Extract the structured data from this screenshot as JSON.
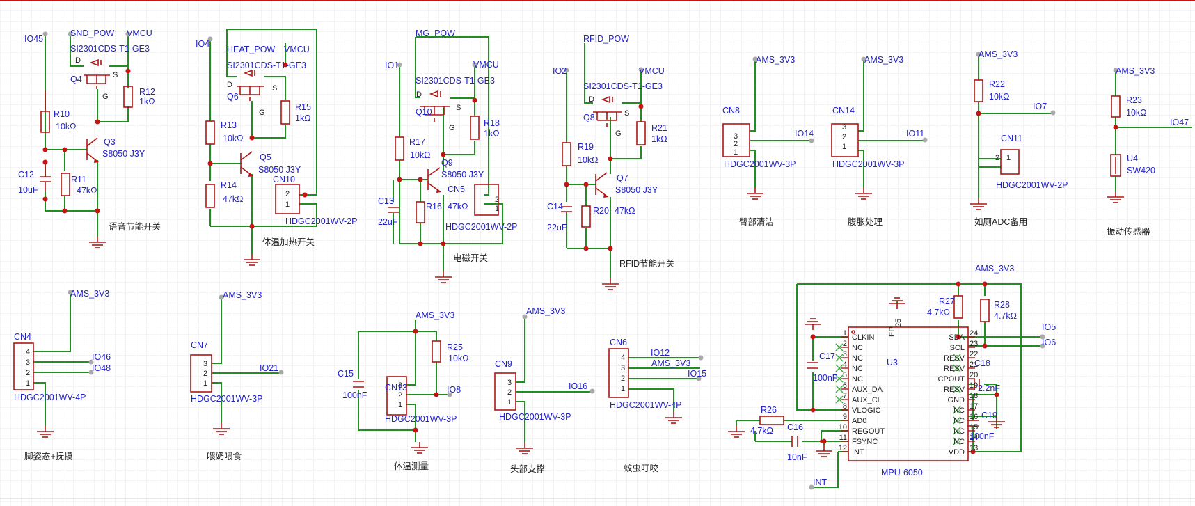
{
  "sheet": {
    "palette": {
      "wire": "#1f8f1f",
      "part": "#b01515",
      "label": "#2323c8",
      "grid": "#e8e8e8",
      "junction": "#c41414"
    }
  },
  "block_voice": {
    "net_in": "IO45",
    "net_pow": "SND_POW",
    "net_vmcu": "VMCU",
    "mos_part": "SI2301CDS-T1-GE3",
    "mos_ref": "Q4",
    "mos_d": "D",
    "mos_s": "S",
    "mos_g": "G",
    "r_top_ref": "R10",
    "r_top_val": "10kΩ",
    "r_bot_ref": "R11",
    "r_bot_val": "47kΩ",
    "r_gate_ref": "R12",
    "r_gate_val": "1kΩ",
    "q_ref": "Q3",
    "q_part": "S8050 J3Y",
    "cap_ref": "C12",
    "cap_val": "10uF",
    "caption": "语音节能开关"
  },
  "block_heat": {
    "net_in": "IO4",
    "net_pow": "HEAT_POW",
    "net_vmcu": "VMCU",
    "mos_part": "SI2301CDS-T1-GE3",
    "mos_ref": "Q6",
    "mos_d": "D",
    "mos_s": "S",
    "mos_g": "G",
    "r1_ref": "R13",
    "r1_val": "10kΩ",
    "r2_ref": "R14",
    "r2_val": "47kΩ",
    "r3_ref": "R15",
    "r3_val": "1kΩ",
    "q_ref": "Q5",
    "q_part": "S8050 J3Y",
    "conn_ref": "CN10",
    "conn_part": "HDGC2001WV-2P",
    "pin2": "2",
    "pin1": "1",
    "caption": "体温加热开关"
  },
  "block_mg": {
    "net_in": "IO1",
    "net_pow": "MG_POW",
    "net_vmcu": "VMCU",
    "mos_part": "SI2301CDS-T1-GE3",
    "mos_ref": "Q10",
    "mos_d": "D",
    "mos_s": "S",
    "mos_g": "G",
    "r1_ref": "R17",
    "r1_val": "10kΩ",
    "r2_ref": "R16",
    "r3_ref": "R18",
    "r3_val": "1kΩ",
    "cap_ref": "C13",
    "cap_val": "22uF",
    "q_ref": "Q9",
    "q_part": "S8050 J3Y",
    "conn_ref": "CN5",
    "conn_val": "47kΩ",
    "conn_part": "HDGC2001WV-2P",
    "pin2": "2",
    "pin1": "1",
    "caption": "电磁开关"
  },
  "block_rfid": {
    "net_in": "IO2",
    "net_pow": "RFID_POW",
    "net_vmcu": "VMCU",
    "mos_part": "SI2301CDS-T1-GE3",
    "mos_ref": "Q8",
    "mos_d": "D",
    "mos_s": "S",
    "mos_g": "G",
    "r1_ref": "R19",
    "r1_val": "10kΩ",
    "r2_ref": "R20",
    "r2_val": "47kΩ",
    "r3_ref": "R21",
    "r3_val": "1kΩ",
    "cap_ref": "C14",
    "cap_val": "22uF",
    "q_ref": "Q7",
    "q_part": "S8050 J3Y",
    "caption": "RFID节能开关"
  },
  "block_cn8": {
    "net_pwr": "AMS_3V3",
    "net_sig": "IO14",
    "ref": "CN8",
    "part": "HDGC2001WV-3P",
    "p3": "3",
    "p2": "2",
    "p1": "1",
    "caption": "臀部清洁"
  },
  "block_cn14": {
    "net_pwr": "AMS_3V3",
    "net_sig": "IO11",
    "ref": "CN14",
    "part": "HDGC2001WV-3P",
    "p3": "3",
    "p2": "2",
    "p1": "1",
    "caption": "腹胀处理"
  },
  "block_cn11": {
    "net_pwr": "AMS_3V3",
    "net_sig": "IO7",
    "r_ref": "R22",
    "r_val": "10kΩ",
    "ref": "CN11",
    "part": "HDGC2001WV-2P",
    "p2": "2",
    "p1": "1",
    "caption": "如厕ADC备用"
  },
  "block_u4": {
    "net_pwr": "AMS_3V3",
    "net_sig": "IO47",
    "r_ref": "R23",
    "r_val": "10kΩ",
    "ref": "U4",
    "part": "SW420",
    "caption": "振动传感器"
  },
  "block_cn4": {
    "net_pwr": "AMS_3V3",
    "net_a": "IO46",
    "net_b": "IO48",
    "ref": "CN4",
    "part": "HDGC2001WV-4P",
    "p4": "4",
    "p3": "3",
    "p2": "2",
    "p1": "1",
    "caption": "脚姿态+抚摸"
  },
  "block_cn7": {
    "net_pwr": "AMS_3V3",
    "net_sig": "IO21",
    "ref": "CN7",
    "part": "HDGC2001WV-3P",
    "p3": "3",
    "p2": "2",
    "p1": "1",
    "caption": "喂奶喂食"
  },
  "block_cn13": {
    "net_pwr": "AMS_3V3",
    "net_sig": "IO8",
    "cap_ref": "C15",
    "cap_val": "100nF",
    "r_ref": "R25",
    "r_val": "10kΩ",
    "ref": "CN13",
    "part": "HDGC2001WV-3P",
    "p3": "3",
    "p2": "2",
    "p1": "1",
    "caption": "体温测量"
  },
  "block_cn9": {
    "net_pwr": "AMS_3V3",
    "net_sig": "IO16",
    "ref": "CN9",
    "part": "HDGC2001WV-3P",
    "p3": "3",
    "p2": "2",
    "p1": "1",
    "caption": "头部支撑"
  },
  "block_cn6": {
    "net_a": "IO12",
    "net_pwr": "AMS_3V3",
    "net_b": "IO15",
    "ref": "CN6",
    "part": "HDGC2001WV-4P",
    "p4": "4",
    "p3": "3",
    "p2": "2",
    "p1": "1",
    "caption": "蚊虫叮咬"
  },
  "block_mpu": {
    "net_pwr": "AMS_3V3",
    "r27_ref": "R27",
    "r27_val": "4.7kΩ",
    "r28_ref": "R28",
    "r28_val": "4.7kΩ",
    "net_sda": "IO5",
    "net_scl": "IO6",
    "c17_ref": "C17",
    "c17_val": "100nF",
    "c18_ref": "C18",
    "c18_val": "2.2nF",
    "c19_ref": "C19",
    "c19_val": "100nF",
    "r26_ref": "R26",
    "r26_val": "4.7kΩ",
    "c16_ref": "C16",
    "c16_val": "10nF",
    "net_int": "INT",
    "ref": "U3",
    "part": "MPU-6050",
    "ep_name": "EP",
    "ep_num": "25",
    "left_pins": [
      {
        "num": "1",
        "name": "CLKIN"
      },
      {
        "num": "2",
        "name": "NC"
      },
      {
        "num": "3",
        "name": "NC"
      },
      {
        "num": "4",
        "name": "NC"
      },
      {
        "num": "5",
        "name": "NC"
      },
      {
        "num": "6",
        "name": "AUX_DA"
      },
      {
        "num": "7",
        "name": "AUX_CL"
      },
      {
        "num": "8",
        "name": "VLOGIC"
      },
      {
        "num": "9",
        "name": "AD0"
      },
      {
        "num": "10",
        "name": "REGOUT"
      },
      {
        "num": "11",
        "name": "FSYNC"
      },
      {
        "num": "12",
        "name": "INT"
      }
    ],
    "right_pins": [
      {
        "num": "24",
        "name": "SDA"
      },
      {
        "num": "23",
        "name": "SCL"
      },
      {
        "num": "22",
        "name": "RESV"
      },
      {
        "num": "21",
        "name": "RESV"
      },
      {
        "num": "20",
        "name": "CPOUT"
      },
      {
        "num": "19",
        "name": "RESV"
      },
      {
        "num": "18",
        "name": "GND"
      },
      {
        "num": "17",
        "name": "NC"
      },
      {
        "num": "16",
        "name": "NC"
      },
      {
        "num": "15",
        "name": "NC"
      },
      {
        "num": "14",
        "name": "NC"
      },
      {
        "num": "13",
        "name": "VDD"
      }
    ]
  }
}
